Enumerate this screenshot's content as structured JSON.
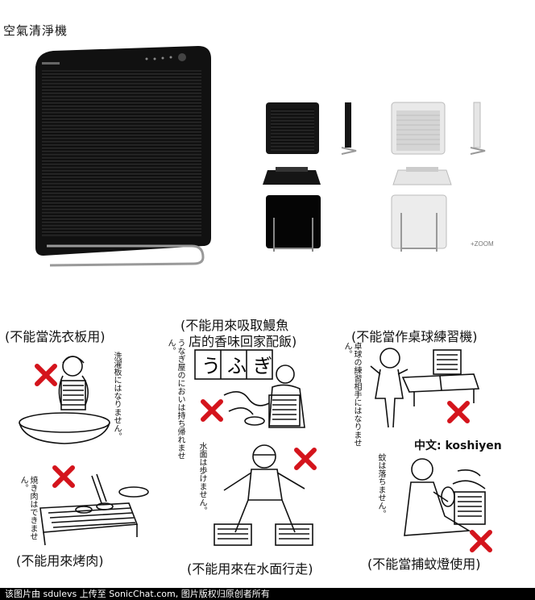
{
  "title": "空氣清淨機",
  "zoom_label": "+ZOOM",
  "product_colors": {
    "black": "#161616",
    "white": "#e9e9e9",
    "accent_red": "#d4141c"
  },
  "captions": {
    "washboard": "(不能當洗衣板用)",
    "eel": "(不能用來吸取鰻魚",
    "eel_line2": "店的香味回家配飯)",
    "pingpong": "(不能當作桌球練習機)",
    "grill": "(不能用來烤肉)",
    "water": "(不能用來在水面行走)",
    "mosquito": "(不能當捕蚊燈使用)"
  },
  "vertical_texts": {
    "washboard": "洗濯板にはなりません。",
    "eel": "うなぎ屋のにおいは持ち帰れません。",
    "pingpong": "卓球の練習相手にはなりません。",
    "grill": "焼き肉はできません。",
    "water": "水面は歩けません。",
    "mosquito": "蚊は落ちません。"
  },
  "sign_text": [
    "う",
    "ふ",
    "ぎ"
  ],
  "watermark": "中文: koshiyen",
  "footer": "该图片由 sdulevs 上传至 SonicChat.com, 图片版权归原创者所有"
}
